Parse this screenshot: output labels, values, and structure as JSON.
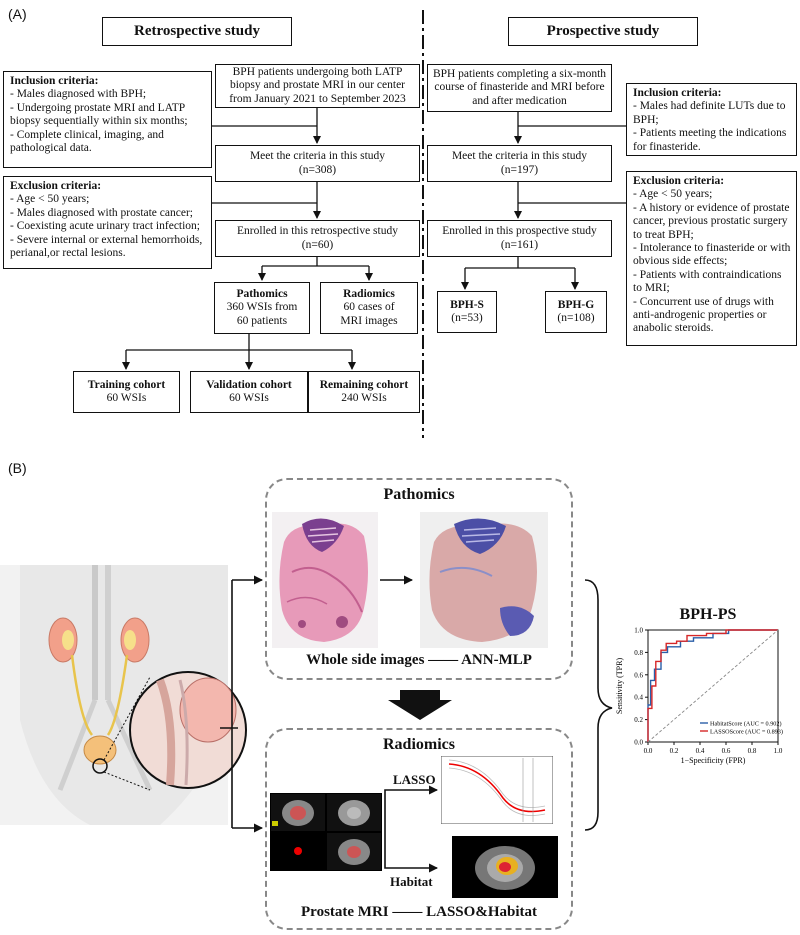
{
  "panel_a_label": "(A)",
  "panel_b_label": "(B)",
  "retro": {
    "header": "Retrospective study",
    "source": "BPH patients undergoing both LATP biopsy and prostate MRI in our center from January 2021 to September 2023",
    "meet_line1": "Meet the criteria in this study",
    "meet_line2": "(n=308)",
    "enrolled_line1": "Enrolled in this retrospective study",
    "enrolled_line2": "(n=60)",
    "inclusion_title": "Inclusion criteria:",
    "inclusion": [
      "- Males diagnosed with BPH;",
      "- Undergoing prostate MRI and LATP biopsy sequentially within six months;",
      "- Complete clinical, imaging, and pathological data."
    ],
    "exclusion_title": "Exclusion criteria:",
    "exclusion": [
      "- Age < 50 years;",
      "- Males diagnosed with prostate cancer;",
      "- Coexisting acute urinary tract infection;",
      "- Severe internal or external hemorrhoids, perianal,or rectal lesions."
    ],
    "pathomics_title": "Pathomics",
    "pathomics_line1": "360 WSIs from",
    "pathomics_line2": "60 patients",
    "radiomics_title": "Radiomics",
    "radiomics_line1": "60 cases of",
    "radiomics_line2": "MRI images",
    "training_title": "Training cohort",
    "training_value": "60 WSIs",
    "validation_title": "Validation cohort",
    "validation_value": "60 WSIs",
    "remaining_title": "Remaining cohort",
    "remaining_value": "240 WSIs"
  },
  "prosp": {
    "header": "Prospective study",
    "source": "BPH patients completing a six-month course of finasteride and MRI before and after medication",
    "meet_line1": "Meet the criteria in this study",
    "meet_line2": "(n=197)",
    "enrolled_line1": "Enrolled in this prospective study",
    "enrolled_line2": "(n=161)",
    "inclusion_title": "Inclusion criteria:",
    "inclusion": [
      "- Males had definite LUTs due to BPH;",
      "- Patients meeting the indications for finasteride."
    ],
    "exclusion_title": "Exclusion criteria:",
    "exclusion": [
      "- Age < 50 years;",
      "- A history or evidence of prostate cancer, previous prostatic surgery to treat BPH;",
      "- Intolerance to finasteride or with obvious side effects;",
      "- Patients with contraindications to MRI;",
      "- Concurrent use of drugs with anti-androgenic properties or anabolic steroids."
    ],
    "bphs_title": "BPH-S",
    "bphs_n": "(n=53)",
    "bphg_title": "BPH-G",
    "bphg_n": "(n=108)"
  },
  "panel_b": {
    "pathomics_title": "Pathomics",
    "pathomics_caption": "Whole side images —— ANN-MLP",
    "radiomics_title": "Radiomics",
    "radiomics_caption": "Prostate MRI —— LASSO&Habitat",
    "lasso_label": "LASSO",
    "habitat_label": "Habitat"
  },
  "roc": {
    "title": "BPH-PS",
    "xlabel": "1−Specificity (FPR)",
    "ylabel": "Sensitivity (TPR)",
    "ticks": [
      "0.0",
      "0.2",
      "0.4",
      "0.6",
      "0.8",
      "1.0"
    ]
  },
  "chart_data": {
    "type": "line",
    "title": "BPH-PS",
    "xlabel": "1−Specificity (FPR)",
    "ylabel": "Sensitivity (TPR)",
    "xlim": [
      0,
      1
    ],
    "ylim": [
      0,
      1
    ],
    "legend_position": "bottom-right",
    "series": [
      {
        "name": "HabitatScore (AUC = 0.902)",
        "color": "#2b5fa8",
        "x": [
          0,
          0,
          0.02,
          0.02,
          0.05,
          0.05,
          0.1,
          0.1,
          0.15,
          0.15,
          0.25,
          0.25,
          0.35,
          0.35,
          0.5,
          0.5,
          0.62,
          0.62,
          1.0
        ],
        "y": [
          0,
          0.33,
          0.33,
          0.55,
          0.55,
          0.65,
          0.65,
          0.8,
          0.8,
          0.85,
          0.85,
          0.9,
          0.9,
          0.93,
          0.93,
          0.97,
          0.97,
          1.0,
          1.0
        ]
      },
      {
        "name": "LASSOScore (AUC = 0.893)",
        "color": "#d62728",
        "x": [
          0,
          0,
          0.03,
          0.03,
          0.06,
          0.06,
          0.1,
          0.1,
          0.14,
          0.14,
          0.22,
          0.22,
          0.3,
          0.3,
          0.45,
          0.45,
          0.6,
          0.6,
          1.0
        ],
        "y": [
          0,
          0.3,
          0.3,
          0.5,
          0.5,
          0.72,
          0.72,
          0.82,
          0.82,
          0.88,
          0.88,
          0.9,
          0.9,
          0.95,
          0.95,
          0.97,
          0.97,
          1.0,
          1.0
        ]
      },
      {
        "name": "",
        "color": "#888888",
        "dashed": true,
        "x": [
          0,
          1
        ],
        "y": [
          0,
          1
        ]
      }
    ]
  }
}
